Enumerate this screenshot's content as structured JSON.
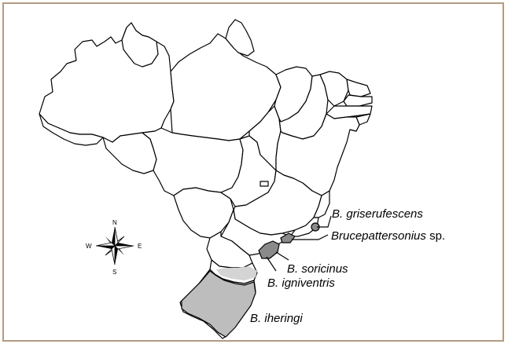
{
  "compass": {
    "north": "N",
    "south": "S",
    "east": "E",
    "west": "W"
  },
  "species": [
    {
      "genus": "B.",
      "epithet": "griserufescens",
      "suffix": ""
    },
    {
      "genus": "Brucepattersonius",
      "epithet": "",
      "suffix": "sp."
    },
    {
      "genus": "B.",
      "epithet": "soricinus",
      "suffix": ""
    },
    {
      "genus": "B.",
      "epithet": "igniventris",
      "suffix": ""
    },
    {
      "genus": "B.",
      "epithet": "iheringi",
      "suffix": ""
    }
  ],
  "colors": {
    "frame": "#b39a82",
    "range_light": "#d4d4d4",
    "range_mid": "#bdbdbd",
    "range_dark": "#8a8a8a"
  }
}
